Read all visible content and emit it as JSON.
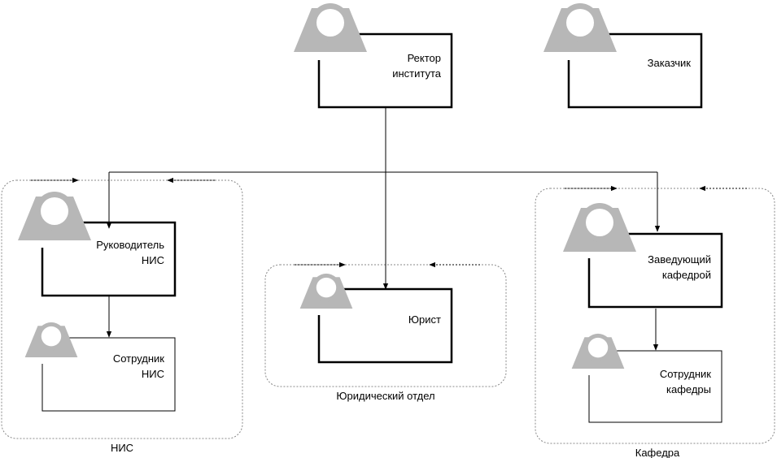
{
  "diagram": {
    "nodes": {
      "rector": {
        "line1": "Ректор",
        "line2": "института"
      },
      "customer": {
        "line1": "Заказчик"
      },
      "nis_head": {
        "line1": "Руководитель",
        "line2": "НИС"
      },
      "nis_staff": {
        "line1": "Сотрудник",
        "line2": "НИС"
      },
      "lawyer": {
        "line1": "Юрист"
      },
      "dept_head": {
        "line1": "Заведующий",
        "line2": "кафедрой"
      },
      "dept_staff": {
        "line1": "Сотрудник",
        "line2": "кафедры"
      }
    },
    "groups": {
      "nis": {
        "label": "НИС"
      },
      "legal": {
        "label": "Юридический отдел"
      },
      "department": {
        "label": "Кафедра"
      }
    }
  },
  "colors": {
    "avatar_fill": "#b7b7b7",
    "avatar_face": "#ffffff",
    "line": "#000000",
    "group_border": "#888888"
  }
}
